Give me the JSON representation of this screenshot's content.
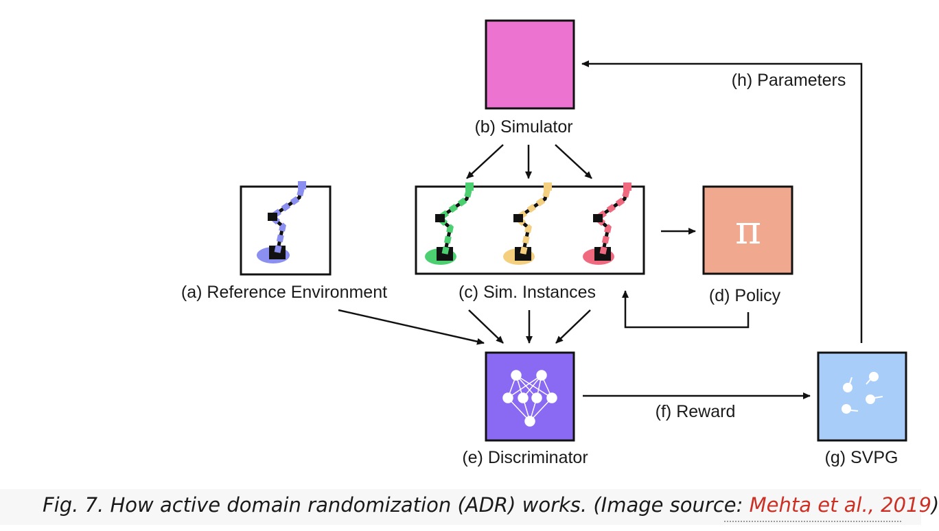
{
  "labels": {
    "simulator": "(b) Simulator",
    "reference": "(a) Reference Environment",
    "instances": "(c) Sim. Instances",
    "policy": "(d) Policy",
    "discriminator": "(e) Discriminator",
    "reward": "(f) Reward",
    "svpg": "(g) SVPG",
    "parameters": "(h) Parameters"
  },
  "policy_symbol": "π",
  "caption": {
    "prefix": "Fig. 7. How active domain randomization (ADR) works. (Image source: ",
    "link_text": "Mehta et al., 2019",
    "suffix": ")"
  },
  "colors": {
    "simulator": "#ec74d0",
    "policy": "#f0a88e",
    "discriminator": "#8a6af2",
    "svpg": "#a7cdf8",
    "arm_reference": "#8a8ff0",
    "arm_green": "#4ccf71",
    "arm_yellow": "#f5cf80",
    "arm_red": "#f06a7f",
    "caption_link": "#cc2f23"
  }
}
